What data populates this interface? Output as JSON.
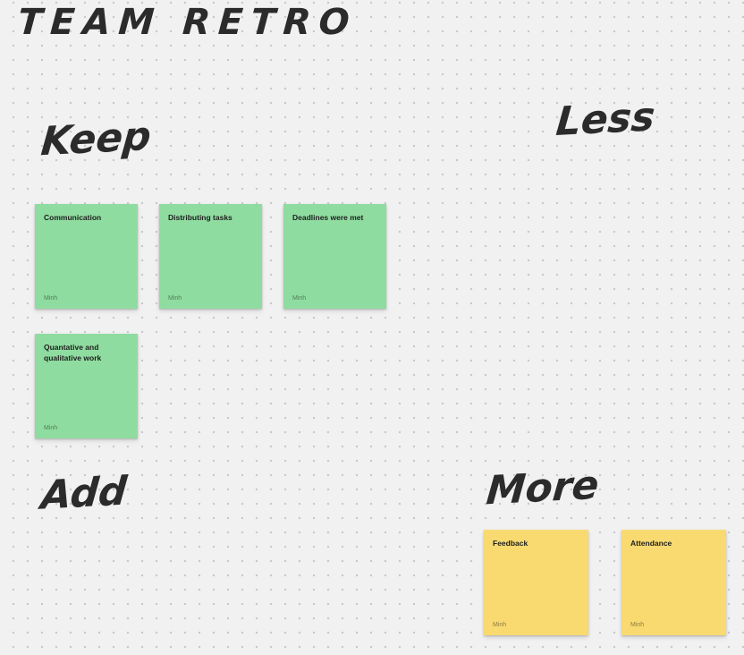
{
  "board": {
    "title": "TEAM RETRO",
    "sections": [
      {
        "label": "Keep"
      },
      {
        "label": "Less"
      },
      {
        "label": "Add"
      },
      {
        "label": "More"
      }
    ]
  },
  "notes": [
    {
      "text": "Communication",
      "author": "Minh",
      "color": "green",
      "section": "Keep"
    },
    {
      "text": "Distributing tasks",
      "author": "Minh",
      "color": "green",
      "section": "Keep"
    },
    {
      "text": "Deadlines were met",
      "author": "Minh",
      "color": "green",
      "section": "Keep"
    },
    {
      "text": "Quantative and qualitative work",
      "author": "Minh",
      "color": "green",
      "section": "Keep"
    },
    {
      "text": "Feedback",
      "author": "Minh",
      "color": "yellow",
      "section": "More"
    },
    {
      "text": "Attendance",
      "author": "Minh",
      "color": "yellow",
      "section": "More"
    }
  ],
  "colors": {
    "background": "#F1F1F2",
    "dot_grid": "#C7C7C7",
    "ink": "#2B2B2B",
    "green_note": "#8FDCA0",
    "yellow_note": "#F8DA70"
  }
}
